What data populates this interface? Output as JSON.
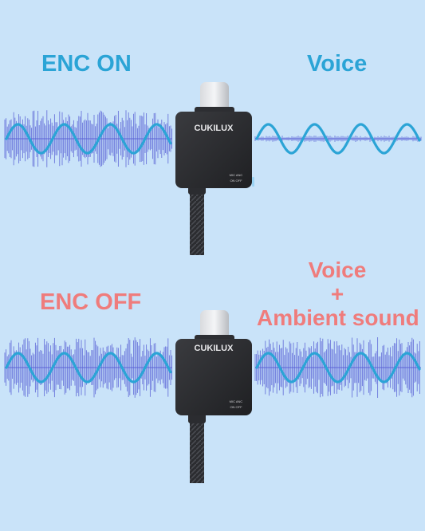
{
  "top": {
    "left_label": "ENC ON",
    "right_label": "Voice",
    "device": {
      "brand": "CUKILUX",
      "switch_top": "MIC  ANC",
      "switch_bottom": "ON   OFF"
    }
  },
  "bottom": {
    "left_label": "ENC OFF",
    "right_line1": "Voice",
    "right_line2": "+",
    "right_line3": "Ambient sound",
    "device": {
      "brand": "CUKILUX",
      "switch_top": "MIC  ANC",
      "switch_bottom": "ON   OFF"
    }
  },
  "colors": {
    "background": "#c9e3f9",
    "accent_blue": "#2ba4d6",
    "accent_red": "#ef7c7c",
    "noise": "#5b63d6",
    "device": "#2a2b2e"
  }
}
